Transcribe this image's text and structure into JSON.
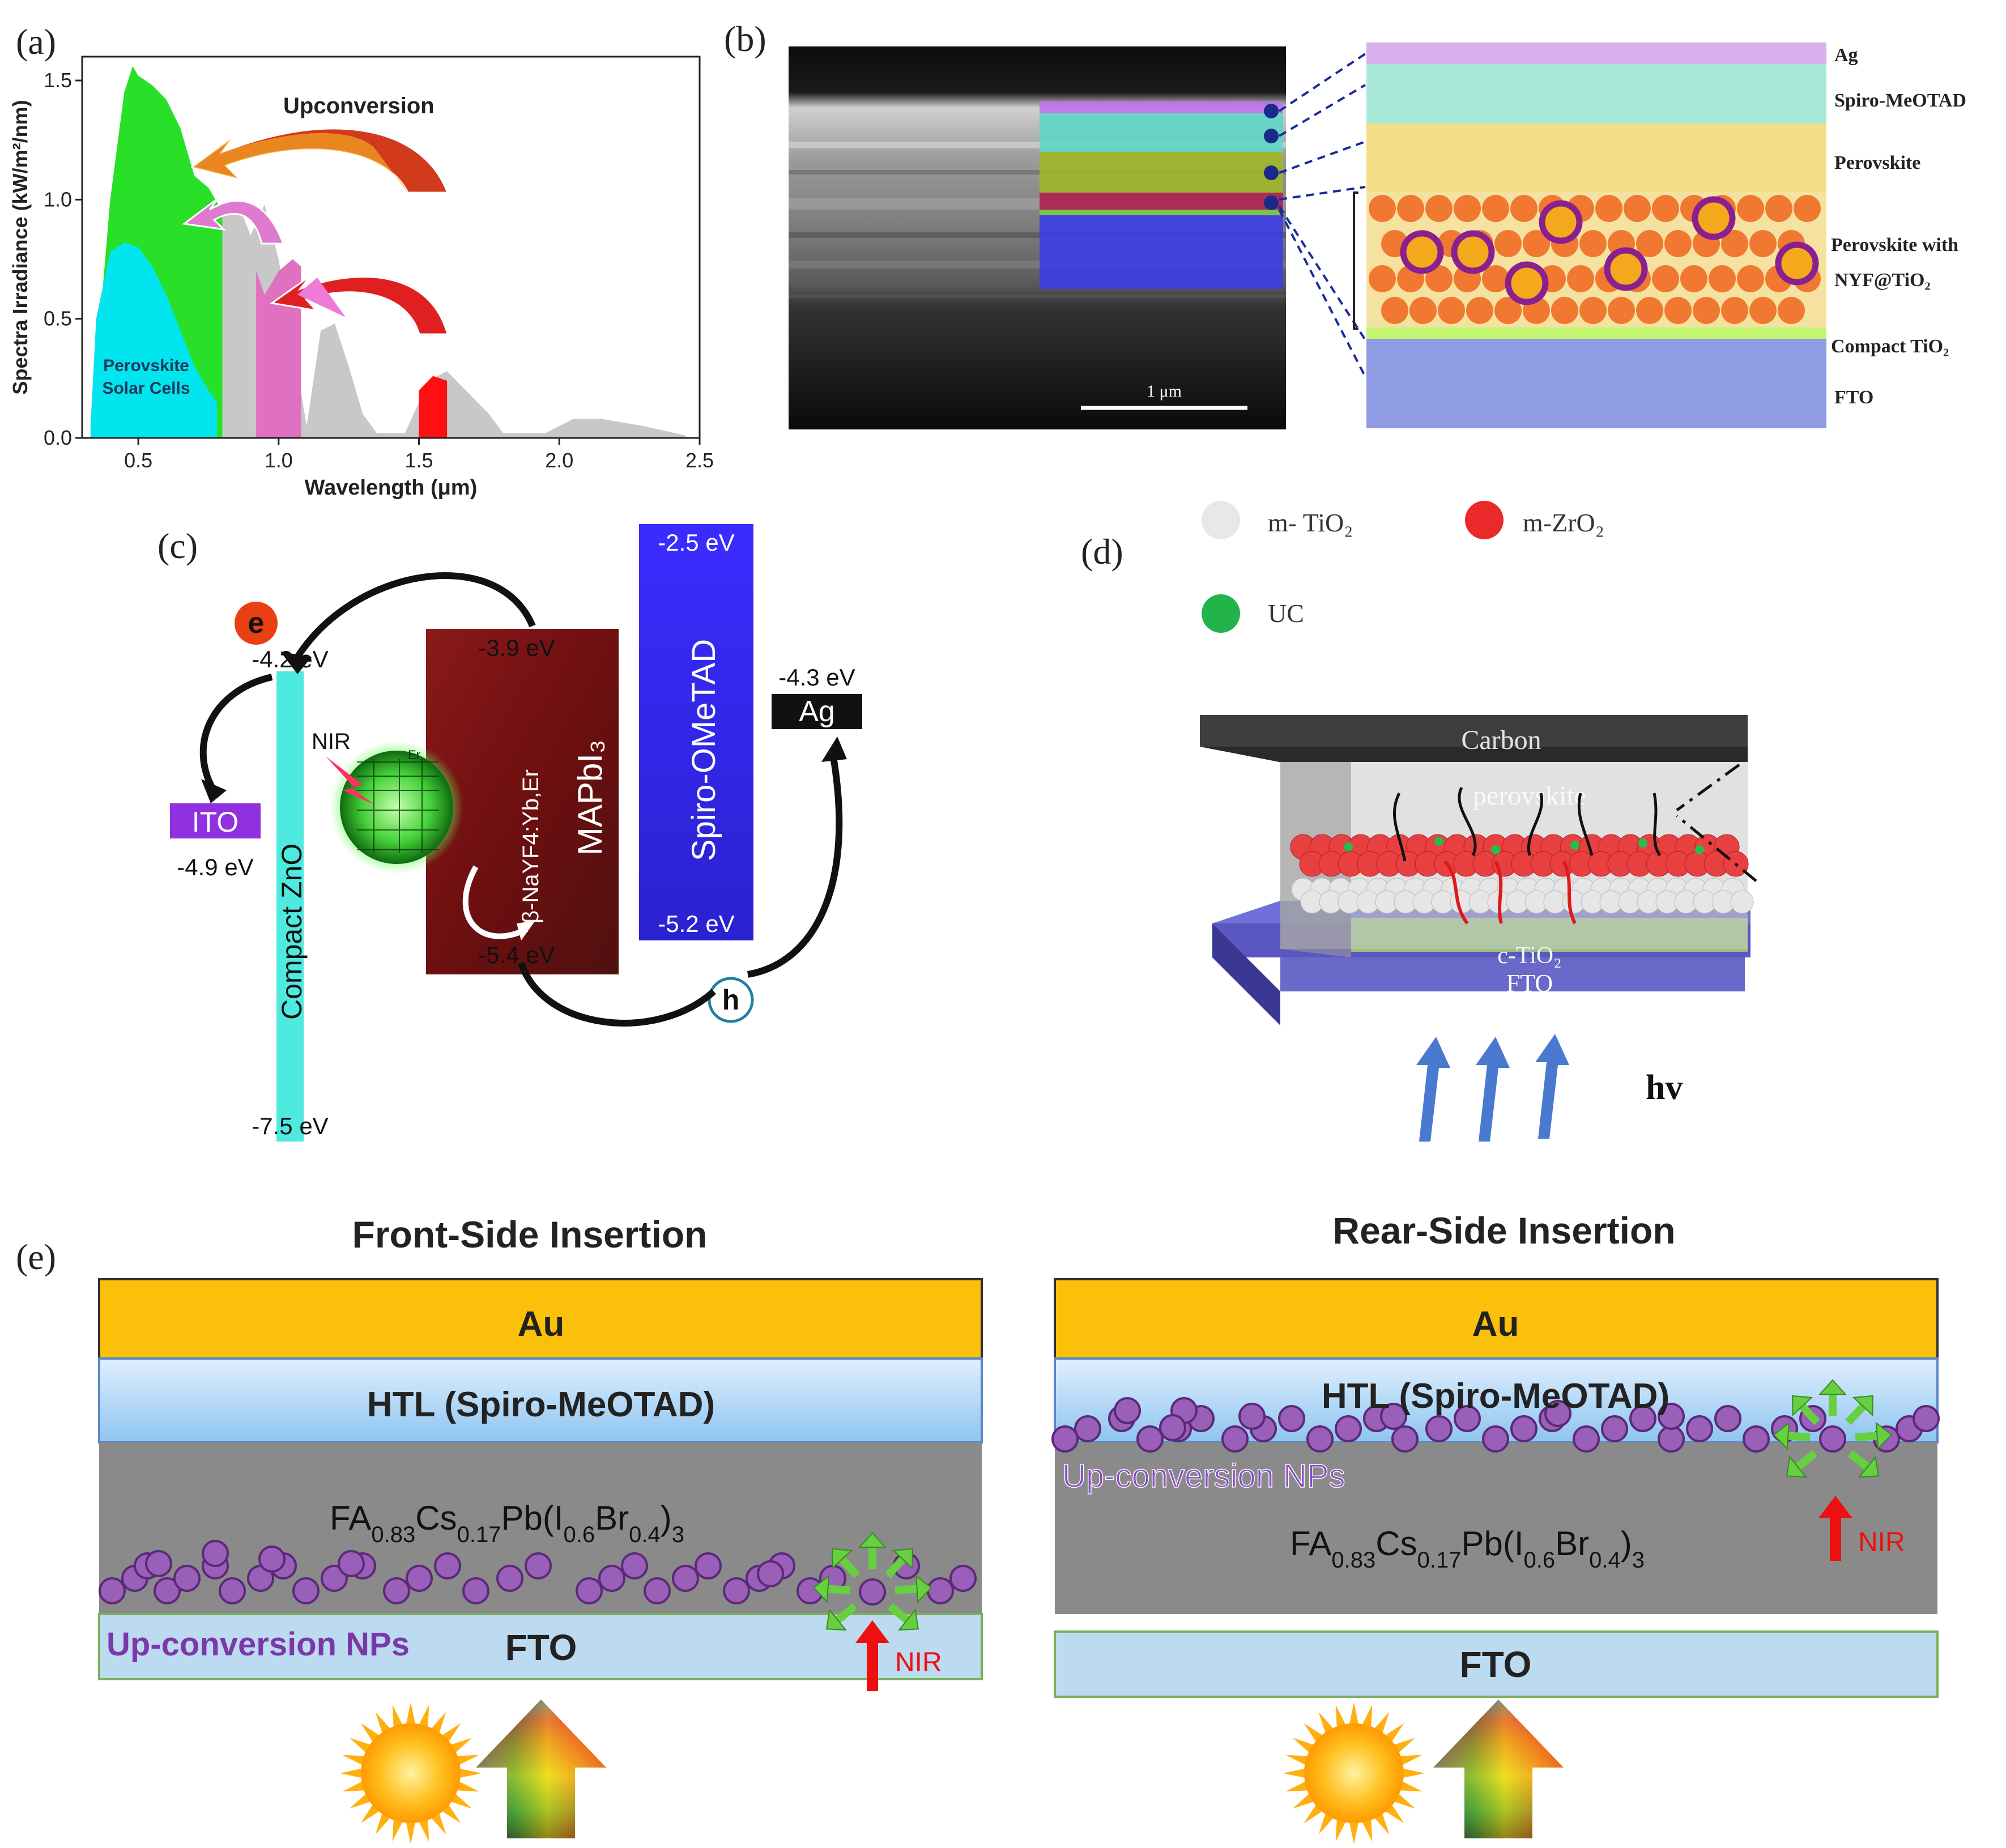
{
  "panels": {
    "a": {
      "label": "(a)",
      "annotation_upconversion": "Upconversion",
      "annotation_psc_line1": "Perovskite",
      "annotation_psc_line2": "Solar Cells",
      "chart_data": {
        "type": "area",
        "xlabel": "Wavelength (μm)",
        "ylabel": "Spectra Irradiance (kW/m²/nm)",
        "xlim": [
          0.3,
          2.5
        ],
        "ylim": [
          0,
          1.6
        ],
        "xticks": [
          "0.5",
          "1.0",
          "1.5",
          "2.0",
          "2.5"
        ],
        "yticks": [
          "0.0",
          "0.5",
          "1.0",
          "1.5"
        ],
        "series": [
          {
            "color": "#28e028",
            "x": [
              0.33,
              0.35,
              0.4,
              0.45,
              0.48,
              0.5,
              0.55,
              0.6,
              0.65,
              0.7,
              0.75,
              0.8
            ],
            "y": [
              0.05,
              0.3,
              1.0,
              1.45,
              1.56,
              1.52,
              1.48,
              1.42,
              1.3,
              1.1,
              1.05,
              0.95
            ]
          },
          {
            "color": "#00e5ee",
            "x": [
              0.33,
              0.35,
              0.4,
              0.45,
              0.5,
              0.55,
              0.6,
              0.65,
              0.7,
              0.75,
              0.78
            ],
            "y": [
              0.05,
              0.5,
              0.78,
              0.82,
              0.8,
              0.72,
              0.6,
              0.45,
              0.3,
              0.2,
              0.15
            ]
          },
          {
            "color": "#c8c8c8",
            "x": [
              0.8,
              0.85,
              0.9,
              0.95,
              1.0,
              1.1,
              1.15,
              1.2,
              1.25,
              1.3,
              1.35,
              1.45,
              1.5,
              1.55,
              1.6,
              1.65,
              1.75,
              1.8,
              1.95,
              2.05,
              2.15,
              2.3,
              2.45
            ],
            "y": [
              0.95,
              1.0,
              0.85,
              0.98,
              0.75,
              0.05,
              0.45,
              0.48,
              0.3,
              0.1,
              0.02,
              0.02,
              0.15,
              0.25,
              0.28,
              0.22,
              0.1,
              0.02,
              0.02,
              0.08,
              0.08,
              0.05,
              0.01
            ]
          },
          {
            "color": "#e070c0",
            "x": [
              0.92,
              0.95,
              1.0,
              1.05,
              1.08
            ],
            "y": [
              0.7,
              0.6,
              0.7,
              0.75,
              0.72
            ]
          },
          {
            "color": "#ff1010",
            "x": [
              1.5,
              1.55,
              1.6
            ],
            "y": [
              0.2,
              0.26,
              0.24
            ]
          }
        ]
      }
    },
    "b": {
      "label": "(b)",
      "scale_bar": "1 μm",
      "layers": [
        "Ag",
        "Spiro-MeOTAD",
        "Perovskite",
        "Perovskite with",
        "NYF@TiO₂",
        "Compact TiO₂",
        "FTO"
      ],
      "colors": {
        "ag": "#d7b0ec",
        "spiro": "#a8e8d8",
        "perov": "#f3de87",
        "compact": "#c2f570",
        "fto": "#8f9be2"
      }
    },
    "c": {
      "label": "(c)",
      "electron": "e",
      "hole": "h",
      "nir": "NIR",
      "er": "Er",
      "ito": "ITO",
      "zno": "Compact ZnO",
      "mapbi": "MAPbI₃",
      "nayf": "β-NaYF4:Yb,Er",
      "spiro": "Spiro-OMeTAD",
      "ag": "Ag",
      "levels": {
        "ito": "-4.9 eV",
        "zno_top": "-4.2 eV",
        "zno_bottom": "-7.5 eV",
        "mapbi_top": "-3.9 eV",
        "mapbi_bottom": "-5.4 eV",
        "spiro_top": "-2.5 eV",
        "spiro_bottom": "-5.2 eV",
        "ag": "-4.3 eV"
      }
    },
    "d": {
      "label": "(d)",
      "legend": [
        "m- TiO₂",
        "m-ZrO₂",
        "UC"
      ],
      "carbon": "Carbon",
      "perovskite": "perovskite",
      "ctio2": "c-TiO₂",
      "fto": "FTO",
      "hv": "hv"
    },
    "e": {
      "label": "(e)",
      "front_title": "Front-Side Insertion",
      "rear_title": "Rear-Side Insertion",
      "au": "Au",
      "htl": "HTL (Spiro-MeOTAD)",
      "absorber": "FA0.83Cs0.17Pb(I0.6Br0.4)3",
      "fto": "FTO",
      "ucnp": "Up-conversion NPs",
      "nir": "NIR"
    }
  }
}
